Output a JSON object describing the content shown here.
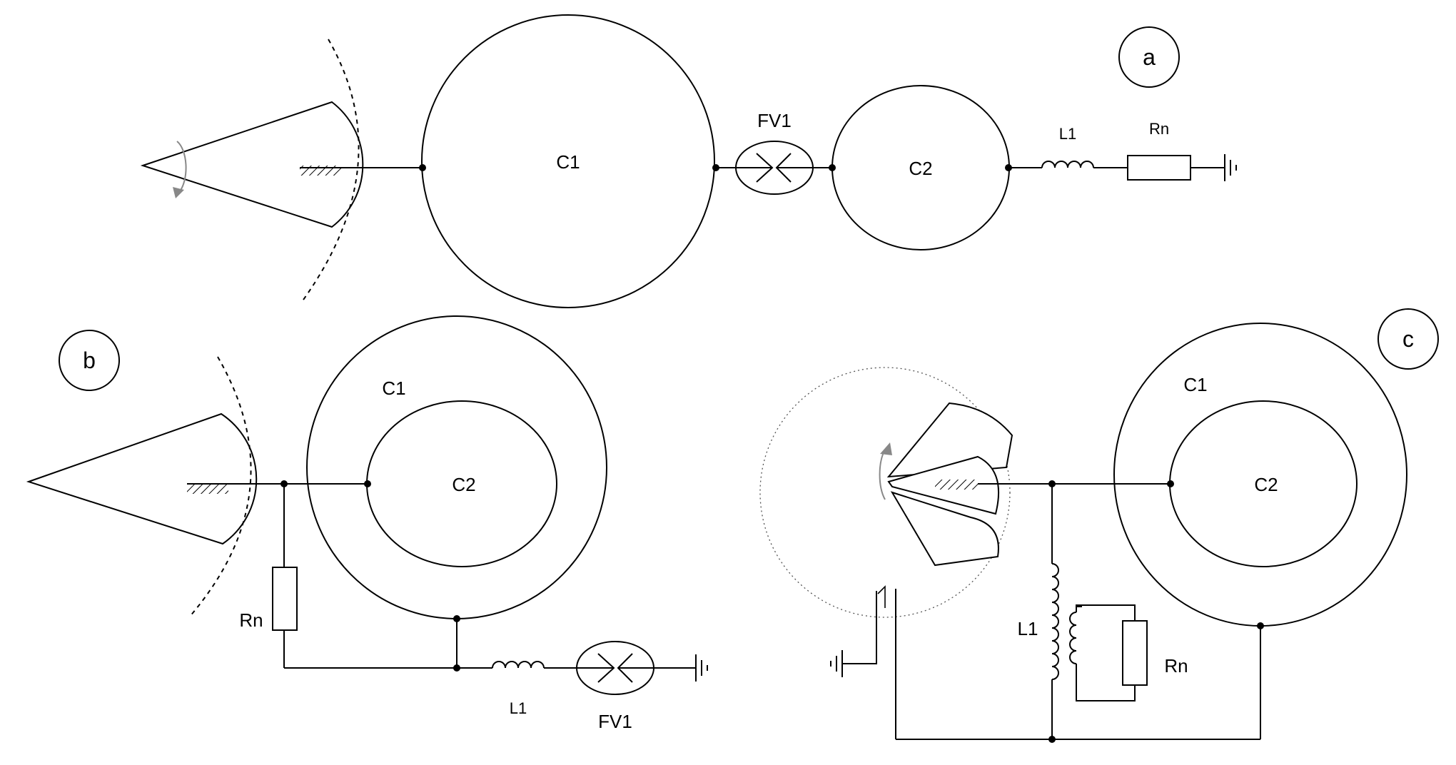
{
  "panels": {
    "a": {
      "badge": "a",
      "c1": "C1",
      "c2": "C2",
      "fv1": "FV1",
      "l1": "L1",
      "rn": "Rn"
    },
    "b": {
      "badge": "b",
      "c1": "C1",
      "c2": "C2",
      "fv1": "FV1",
      "l1": "L1",
      "rn": "Rn"
    },
    "c": {
      "badge": "c",
      "c1": "C1",
      "c2": "C2",
      "l1": "L1",
      "rn": "Rn"
    }
  },
  "colors": {
    "line": "#000000",
    "arrow": "#888888",
    "background": "#ffffff"
  }
}
